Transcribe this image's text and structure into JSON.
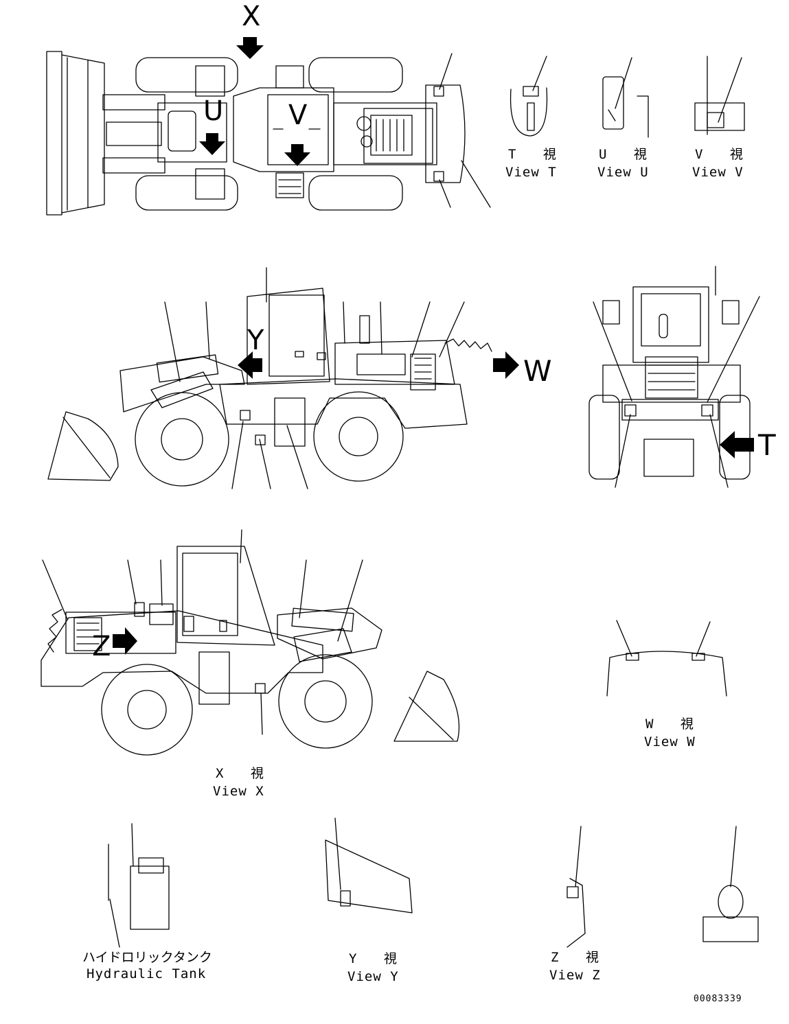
{
  "view_letters": {
    "x": "X",
    "u": "U",
    "v": "V",
    "y": "Y",
    "w": "W",
    "t": "T",
    "z": "Z"
  },
  "captions": {
    "view_t": {
      "jp": "T 視",
      "en": "View T"
    },
    "view_u": {
      "jp": "U 視",
      "en": "View U"
    },
    "view_v": {
      "jp": "V 視",
      "en": "View V"
    },
    "view_w": {
      "jp": "W 視",
      "en": "View W"
    },
    "view_x": {
      "jp": "X 視",
      "en": "View X"
    },
    "view_y": {
      "jp": "Y 視",
      "en": "View Y"
    },
    "view_z": {
      "jp": "Z 視",
      "en": "View Z"
    },
    "hydraulic_tank": {
      "jp": "ハイドロリックタンク",
      "en": "Hydraulic Tank"
    }
  },
  "document_number": "00083339"
}
